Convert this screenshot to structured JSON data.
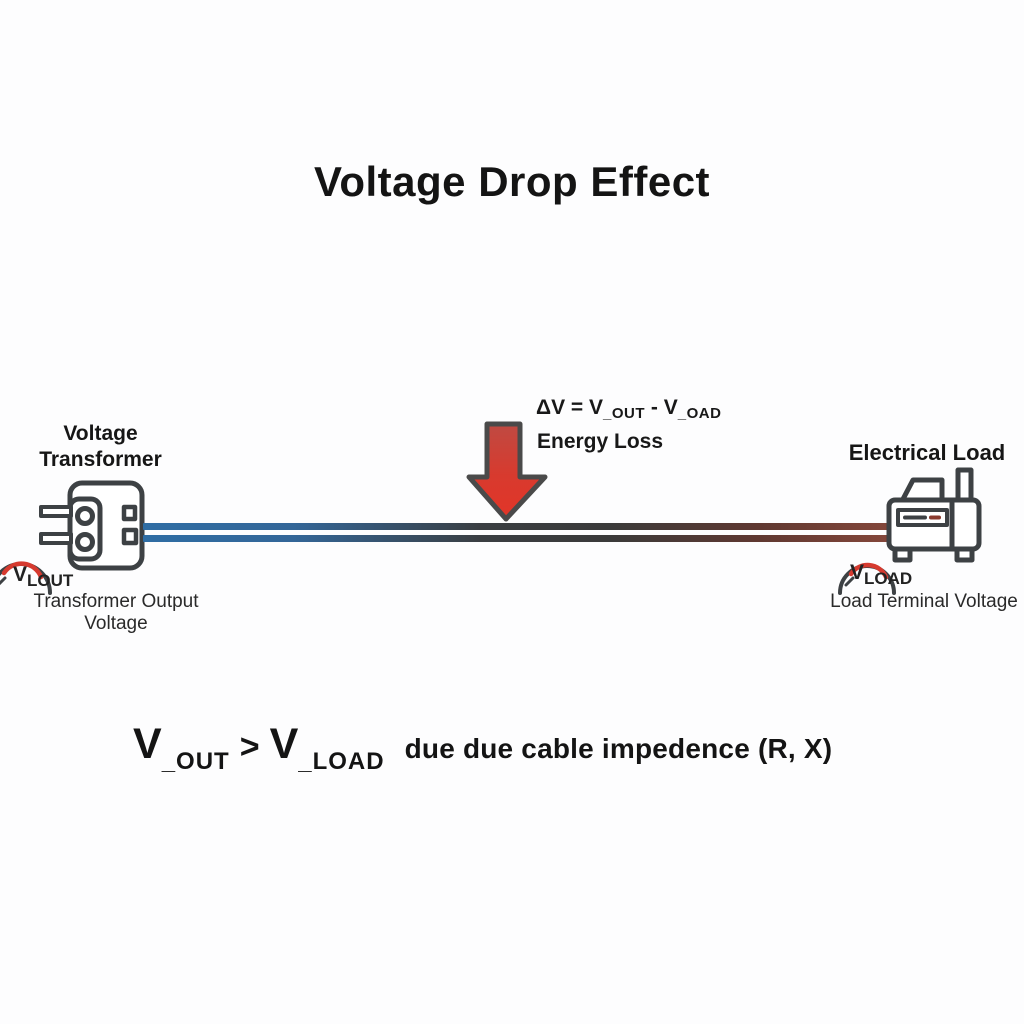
{
  "title": "Voltage Drop Effect",
  "transformer": {
    "label_line1": "Voltage",
    "label_line2": "Transformer",
    "meter": {
      "symbol": "V",
      "subscript": "LOUT"
    },
    "caption": "Transformer Output Voltage"
  },
  "voltage_drop": {
    "formula": {
      "lhs": "ΔV = V",
      "sub1": "_OUT",
      "mid": " - V",
      "sub2": "_OAD"
    },
    "label": "Energy Loss"
  },
  "load": {
    "label": "Electrical Load",
    "meter": {
      "symbol": "V",
      "subscript": "LOAD"
    },
    "caption": "Load Terminal Voltage"
  },
  "equation": {
    "v_out": "V",
    "v_out_sub": "_OUT",
    "operator": ">",
    "v_load": "V",
    "v_load_sub": "_LOAD",
    "reason": "due due cable impedence (R, X)"
  },
  "colors": {
    "arrow_red_top": "#bf4a42",
    "arrow_red_bottom": "#e23528",
    "outline_gray": "#3d4144",
    "wire_blue": "#2f6da4",
    "wire_dark": "#3a3a3a",
    "wire_brown": "#85473b",
    "gauge_red": "#d63a2f"
  }
}
